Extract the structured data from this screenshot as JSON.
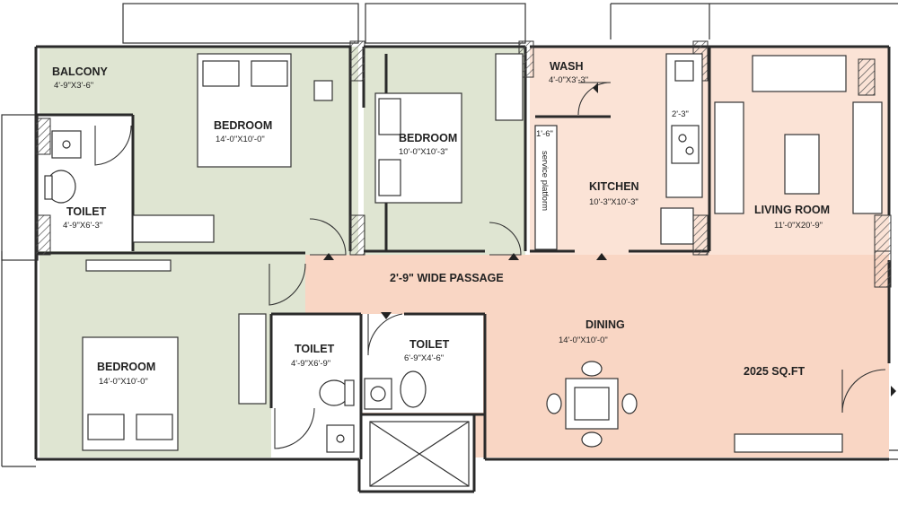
{
  "colors": {
    "green_zone": "#dfe5d2",
    "peach_zone": "#fbe3d6",
    "passage": "#f9d6c4",
    "wall": "#2a2a2a",
    "hatch": "#555555"
  },
  "rooms": {
    "balcony": {
      "name": "BALCONY",
      "dim": "4'-9\"X3'-6\""
    },
    "bedroom1": {
      "name": "BEDROOM",
      "dim": "14'-0\"X10'-0\""
    },
    "bedroom2": {
      "name": "BEDROOM",
      "dim": "10'-0\"X10'-3\""
    },
    "bedroom3": {
      "name": "BEDROOM",
      "dim": "14'-0\"X10'-0\""
    },
    "toilet1": {
      "name": "TOILET",
      "dim": "4'-9\"X6'-3\""
    },
    "toilet2": {
      "name": "TOILET",
      "dim": "4'-9\"X6'-9\""
    },
    "toilet3": {
      "name": "TOILET",
      "dim": "6'-9\"X4'-6\""
    },
    "wash": {
      "name": "WASH",
      "dim": "4'-0\"X3'-3\""
    },
    "kitchen": {
      "name": "KITCHEN",
      "dim": "10'-3\"X10'-3\""
    },
    "living": {
      "name": "LIVING ROOM",
      "dim": "11'-0\"X20'-9\""
    },
    "dining": {
      "name": "DINING",
      "dim": "14'-0\"X10'-0\""
    }
  },
  "labels": {
    "passage": "2'-9\" WIDE PASSAGE",
    "service_platform": "service platform",
    "dim_1_6": "1'-6\"",
    "dim_2_3": "2'-3\"",
    "area": "2025 SQ.FT"
  }
}
